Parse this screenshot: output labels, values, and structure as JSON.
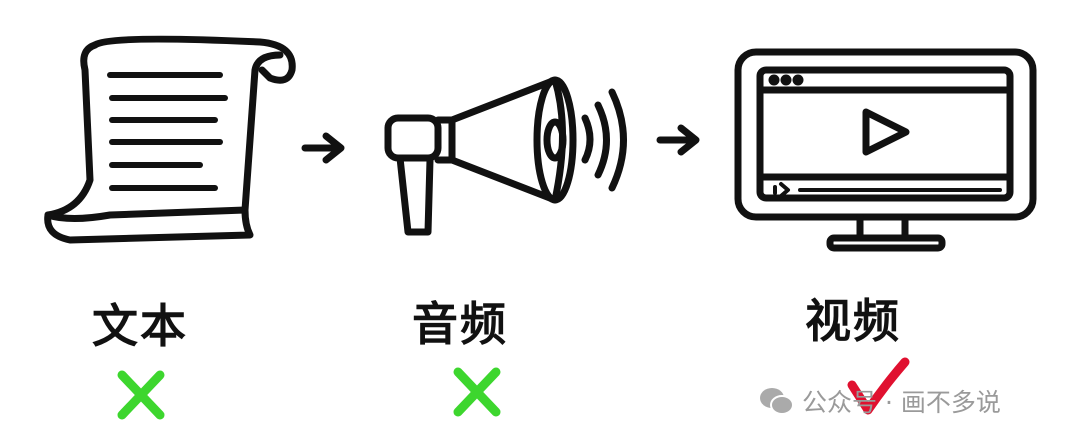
{
  "steps": [
    {
      "label": "文本",
      "icon": "scroll-document-icon",
      "status": "rejected"
    },
    {
      "label": "音频",
      "icon": "megaphone-icon",
      "status": "rejected"
    },
    {
      "label": "视频",
      "icon": "video-monitor-icon",
      "status": "accepted"
    }
  ],
  "colors": {
    "rejected": "#3dd62e",
    "accepted": "#e0102f",
    "ink": "#111111"
  },
  "watermark": {
    "text": "公众号 · 画不多说",
    "icon": "wechat-icon"
  }
}
